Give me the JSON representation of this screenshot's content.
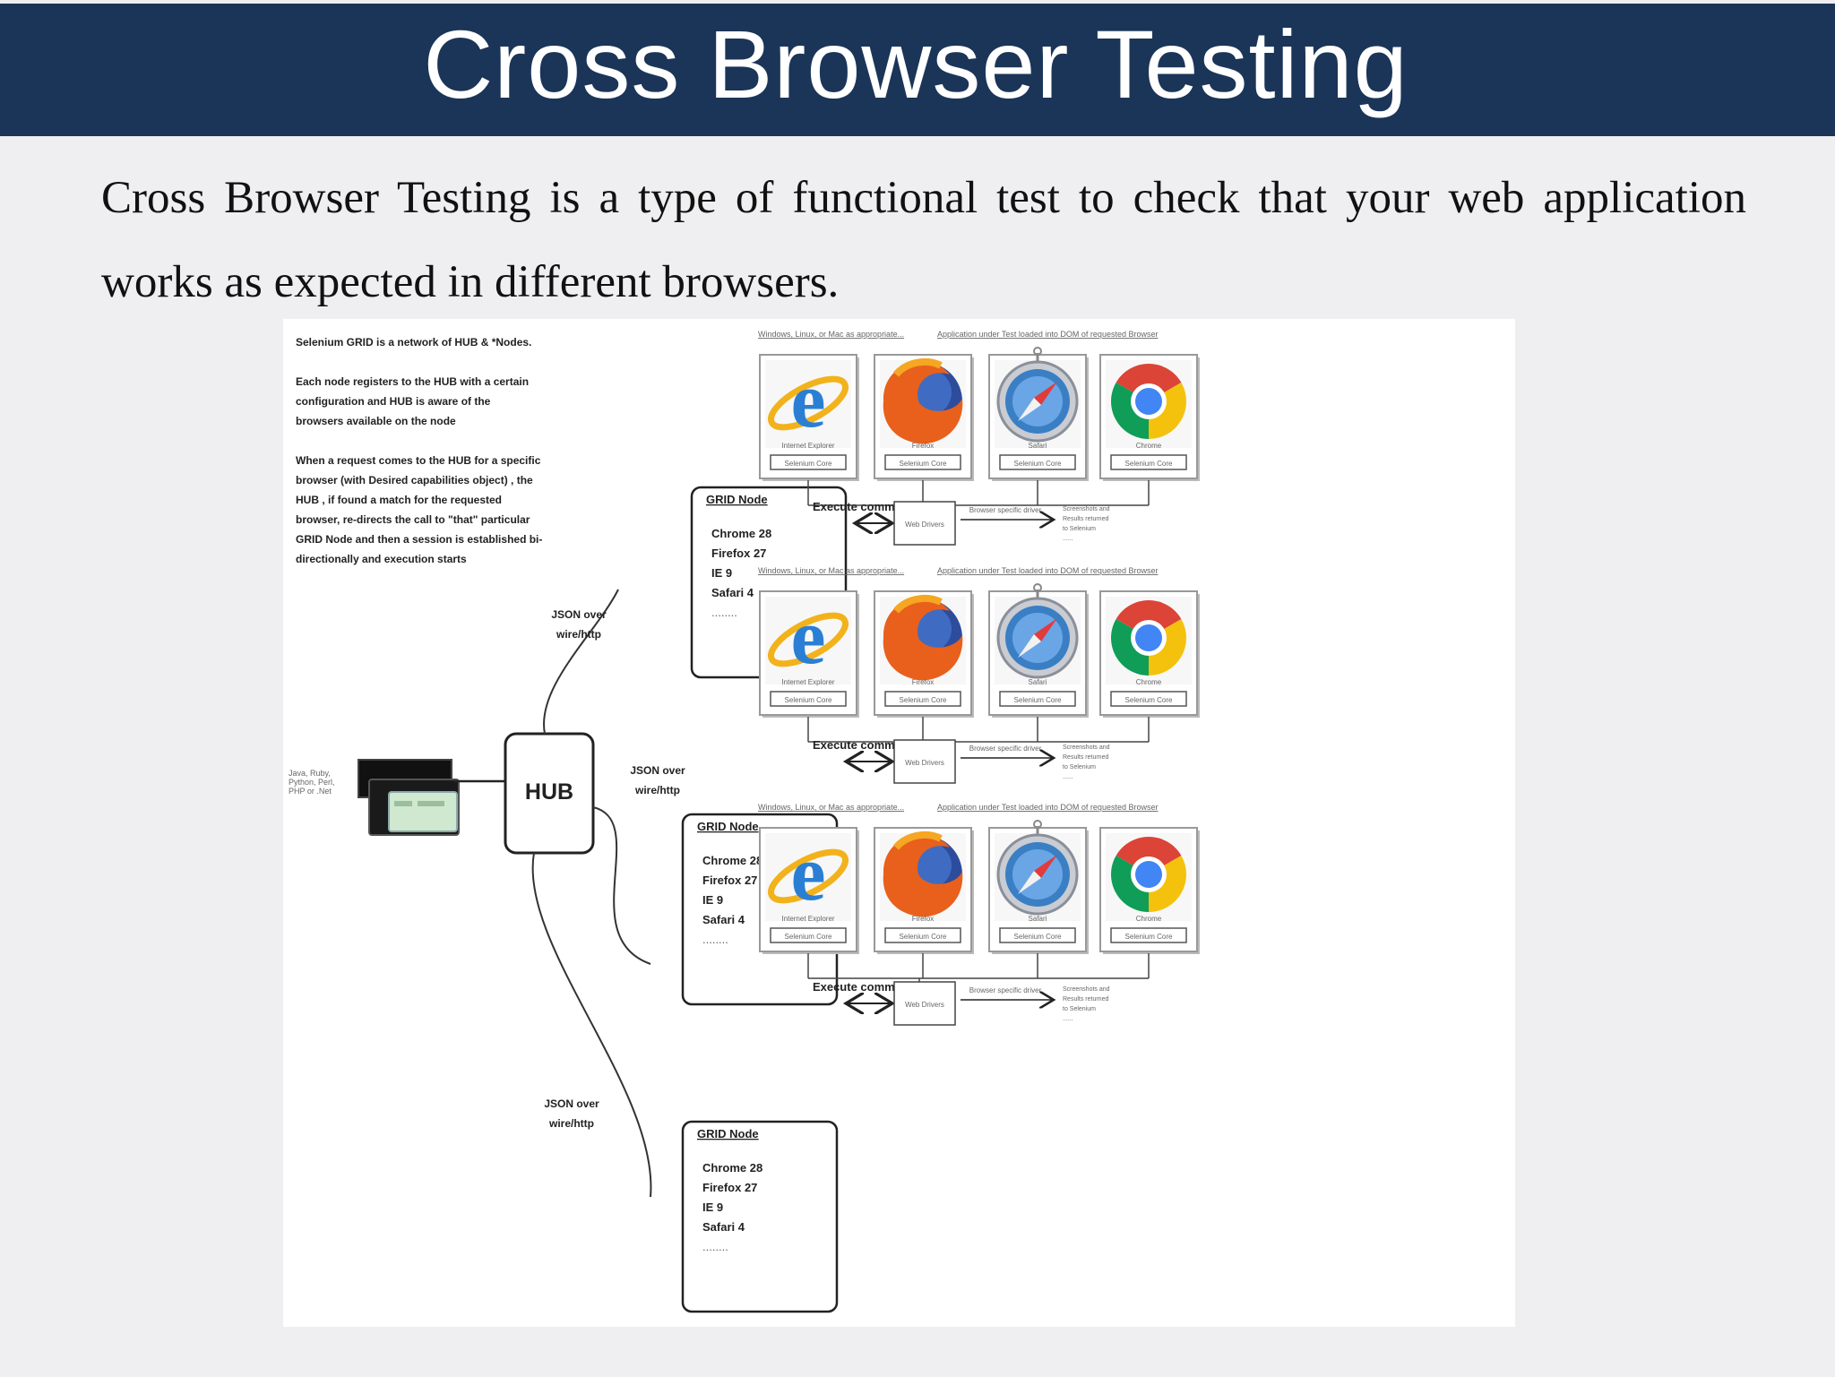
{
  "title": "Cross Browser Testing",
  "intro": "Cross Browser Testing is a type of functional test to check that your web application works as expected in different browsers.",
  "diagram": {
    "info_paragraphs": [
      [
        "Selenium GRID is a network of HUB & *Nodes."
      ],
      [
        "Each node registers to the HUB with a certain",
        "configuration and HUB is aware of the",
        "browsers available on the node"
      ],
      [
        "When a request comes to the HUB for a specific",
        "browser (with Desired capabilities object) , the",
        "HUB , if found a match for the requested",
        "browser, re-directs the call to \"that\" particular",
        "GRID Node and then a session is established bi-",
        "directionally and execution starts"
      ]
    ],
    "client_label": [
      "Java, Ruby,",
      "Python, Perl,",
      "PHP or .Net"
    ],
    "hub_label": "HUB",
    "json_label": [
      "JSON over",
      "wire/http"
    ],
    "node_title": "GRID Node",
    "node_items": [
      "Chrome 28",
      "Firefox 27",
      "IE 9",
      "Safari 4",
      "........"
    ],
    "execute_label": "Execute commands",
    "webdriver_label": "Web Drivers",
    "browser_names": [
      "Internet Explorer",
      "Firefox",
      "Safari",
      "Chrome"
    ],
    "core_label": "Selenium Core",
    "row_caption_left": "Windows, Linux, or Mac as appropriate...",
    "row_caption_right": "Application under Test loaded into DOM of requested Browser",
    "browser_specific_label": "Browser specific driver",
    "result_lines": [
      "Screenshots and",
      "Results returned",
      "to Selenium",
      "......"
    ],
    "colors": {
      "title_bar": "#1b3558",
      "ie_blue": "#2a7fd4",
      "firefox_orange": "#e8601c",
      "safari_blue": "#3a7fc4",
      "chrome_red": "#db4437",
      "chrome_yellow": "#f4c20d",
      "chrome_green": "#0f9d58"
    }
  }
}
